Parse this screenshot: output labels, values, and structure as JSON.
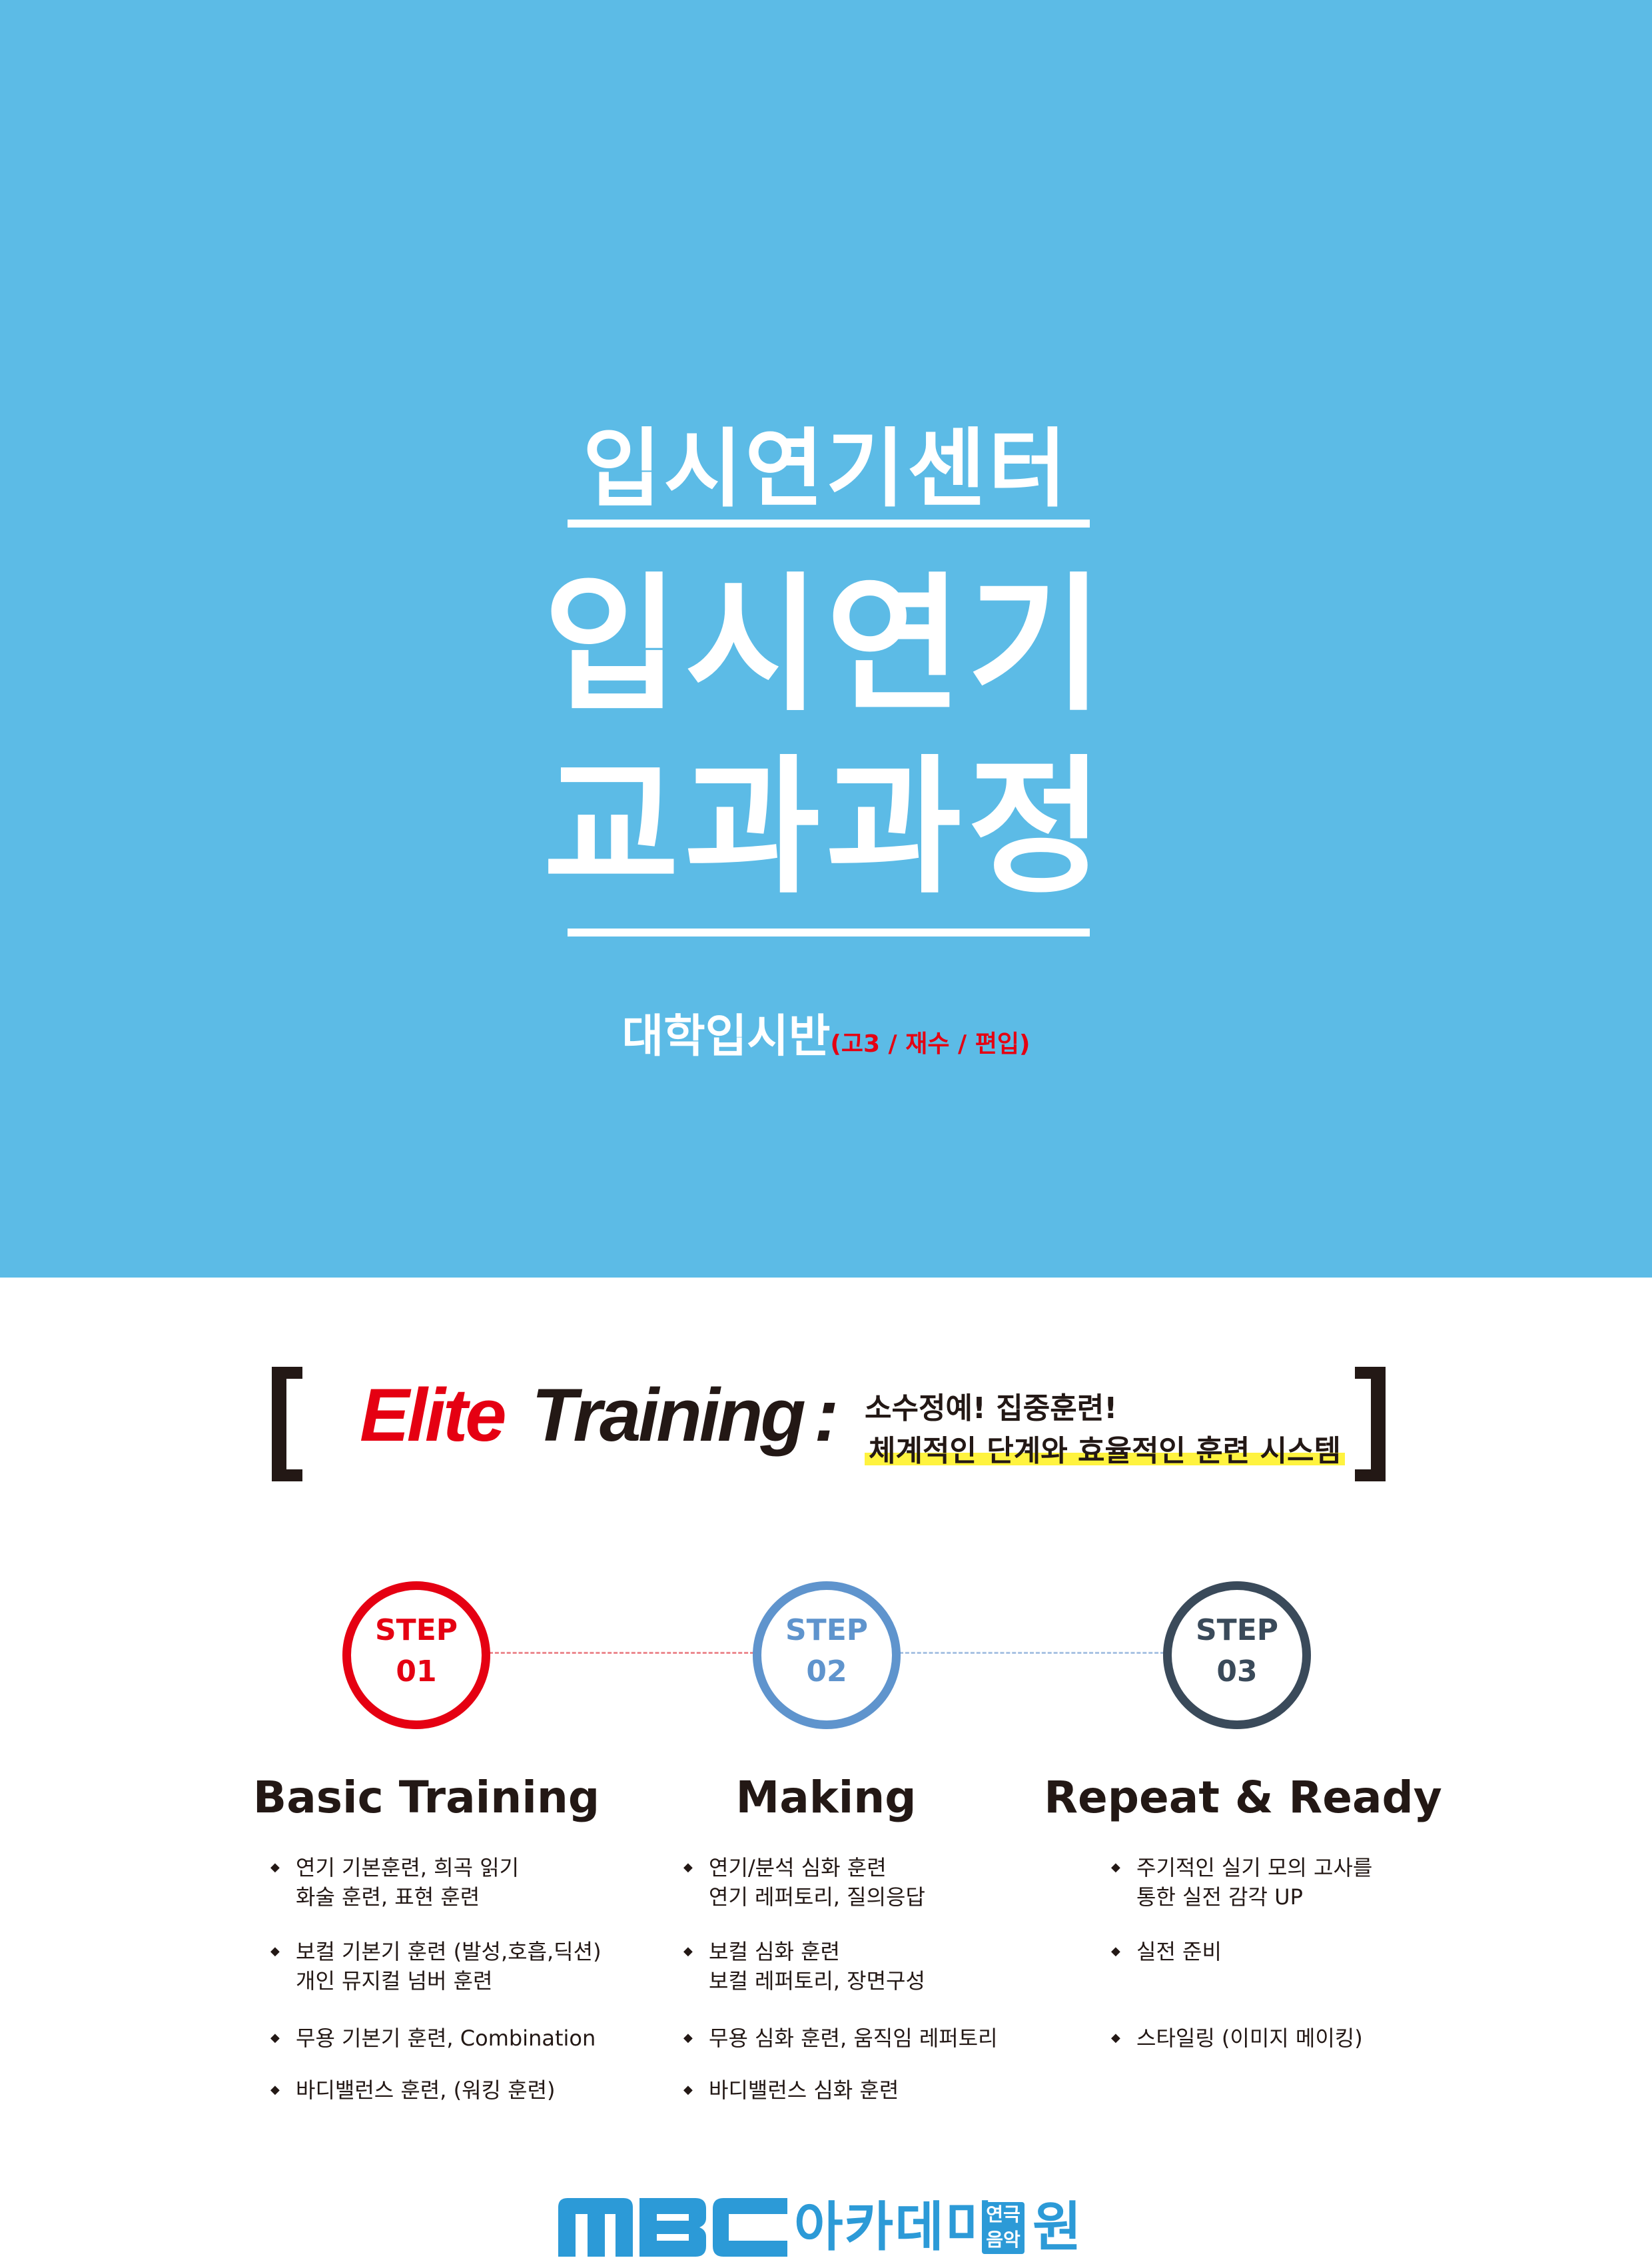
{
  "hero": {
    "center_name": "입시연기센터",
    "title_line1": "입시연기",
    "title_line2": "교과과정",
    "class_name": "대학입시반",
    "class_sub": "(고3 / 재수 / 편입)"
  },
  "banner": {
    "elite": "Elite",
    "training": "Training",
    "colon": ":",
    "slogan_line1": "소수정예! 집중훈련!",
    "slogan_line2": "체계적인 단계와 효율적인 훈련 시스템"
  },
  "steps": [
    {
      "step_label": "STEP",
      "step_number": "01",
      "title": "Basic Training",
      "items": [
        [
          "연기 기본훈련, 희곡 읽기",
          "화술 훈련, 표현 훈련"
        ],
        [
          "보컬 기본기 훈련 (발성,호흡,딕션)",
          "개인 뮤지컬 넘버 훈련"
        ],
        [
          "무용 기본기 훈련, Combination"
        ],
        [
          "바디밸런스 훈련, (워킹 훈련)"
        ]
      ]
    },
    {
      "step_label": "STEP",
      "step_number": "02",
      "title": "Making",
      "items": [
        [
          "연기/분석 심화 훈련",
          "연기 레퍼토리, 질의응답"
        ],
        [
          "보컬 심화 훈련",
          "보컬 레퍼토리, 장면구성"
        ],
        [
          "무용 심화 훈련, 움직임 레퍼토리"
        ],
        [
          "바디밸런스 심화 훈련"
        ]
      ]
    },
    {
      "step_label": "STEP",
      "step_number": "03",
      "title": "Repeat & Ready",
      "items": [
        [
          "주기적인 실기 모의 고사를",
          "통한 실전 감각 UP"
        ],
        [
          "실전 준비"
        ],
        [
          "스타일링 (이미지 메이킹)"
        ]
      ]
    }
  ],
  "logo": {
    "brand": "MBC",
    "academy": "아카데미",
    "tag_line1": "연극",
    "tag_line2": "음악",
    "suffix": "원"
  },
  "colors": {
    "hero_blue": "#5cbbe6",
    "step1_red": "#e50012",
    "step2_blue": "#5f94cd",
    "step3_navy": "#3a4a5a",
    "logo_blue": "#2c9ad7",
    "highlight_yellow": "#fff33f"
  }
}
